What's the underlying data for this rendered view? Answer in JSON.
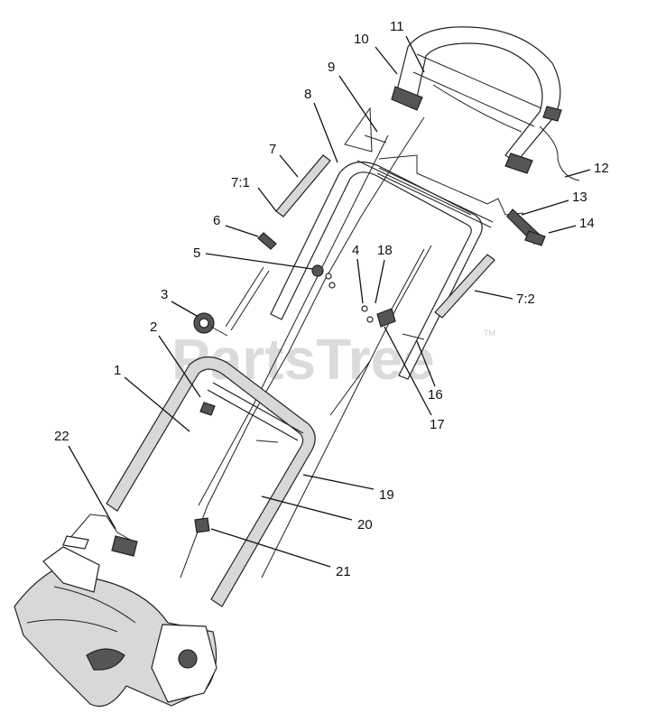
{
  "watermark": {
    "text": "PartsTree",
    "trademark": "TM"
  },
  "callouts": [
    {
      "id": "c1",
      "label": "1"
    },
    {
      "id": "c2",
      "label": "2"
    },
    {
      "id": "c3",
      "label": "3"
    },
    {
      "id": "c4",
      "label": "4"
    },
    {
      "id": "c5",
      "label": "5"
    },
    {
      "id": "c6",
      "label": "6"
    },
    {
      "id": "c7",
      "label": "7"
    },
    {
      "id": "c7-1",
      "label": "7:1"
    },
    {
      "id": "c7-2",
      "label": "7:2"
    },
    {
      "id": "c8",
      "label": "8"
    },
    {
      "id": "c9",
      "label": "9"
    },
    {
      "id": "c10",
      "label": "10"
    },
    {
      "id": "c11",
      "label": "11"
    },
    {
      "id": "c12",
      "label": "12"
    },
    {
      "id": "c13",
      "label": "13"
    },
    {
      "id": "c14",
      "label": "14"
    },
    {
      "id": "c16",
      "label": "16"
    },
    {
      "id": "c17",
      "label": "17"
    },
    {
      "id": "c18",
      "label": "18"
    },
    {
      "id": "c19",
      "label": "19"
    },
    {
      "id": "c20",
      "label": "20"
    },
    {
      "id": "c21",
      "label": "21"
    },
    {
      "id": "c22",
      "label": "22"
    }
  ]
}
